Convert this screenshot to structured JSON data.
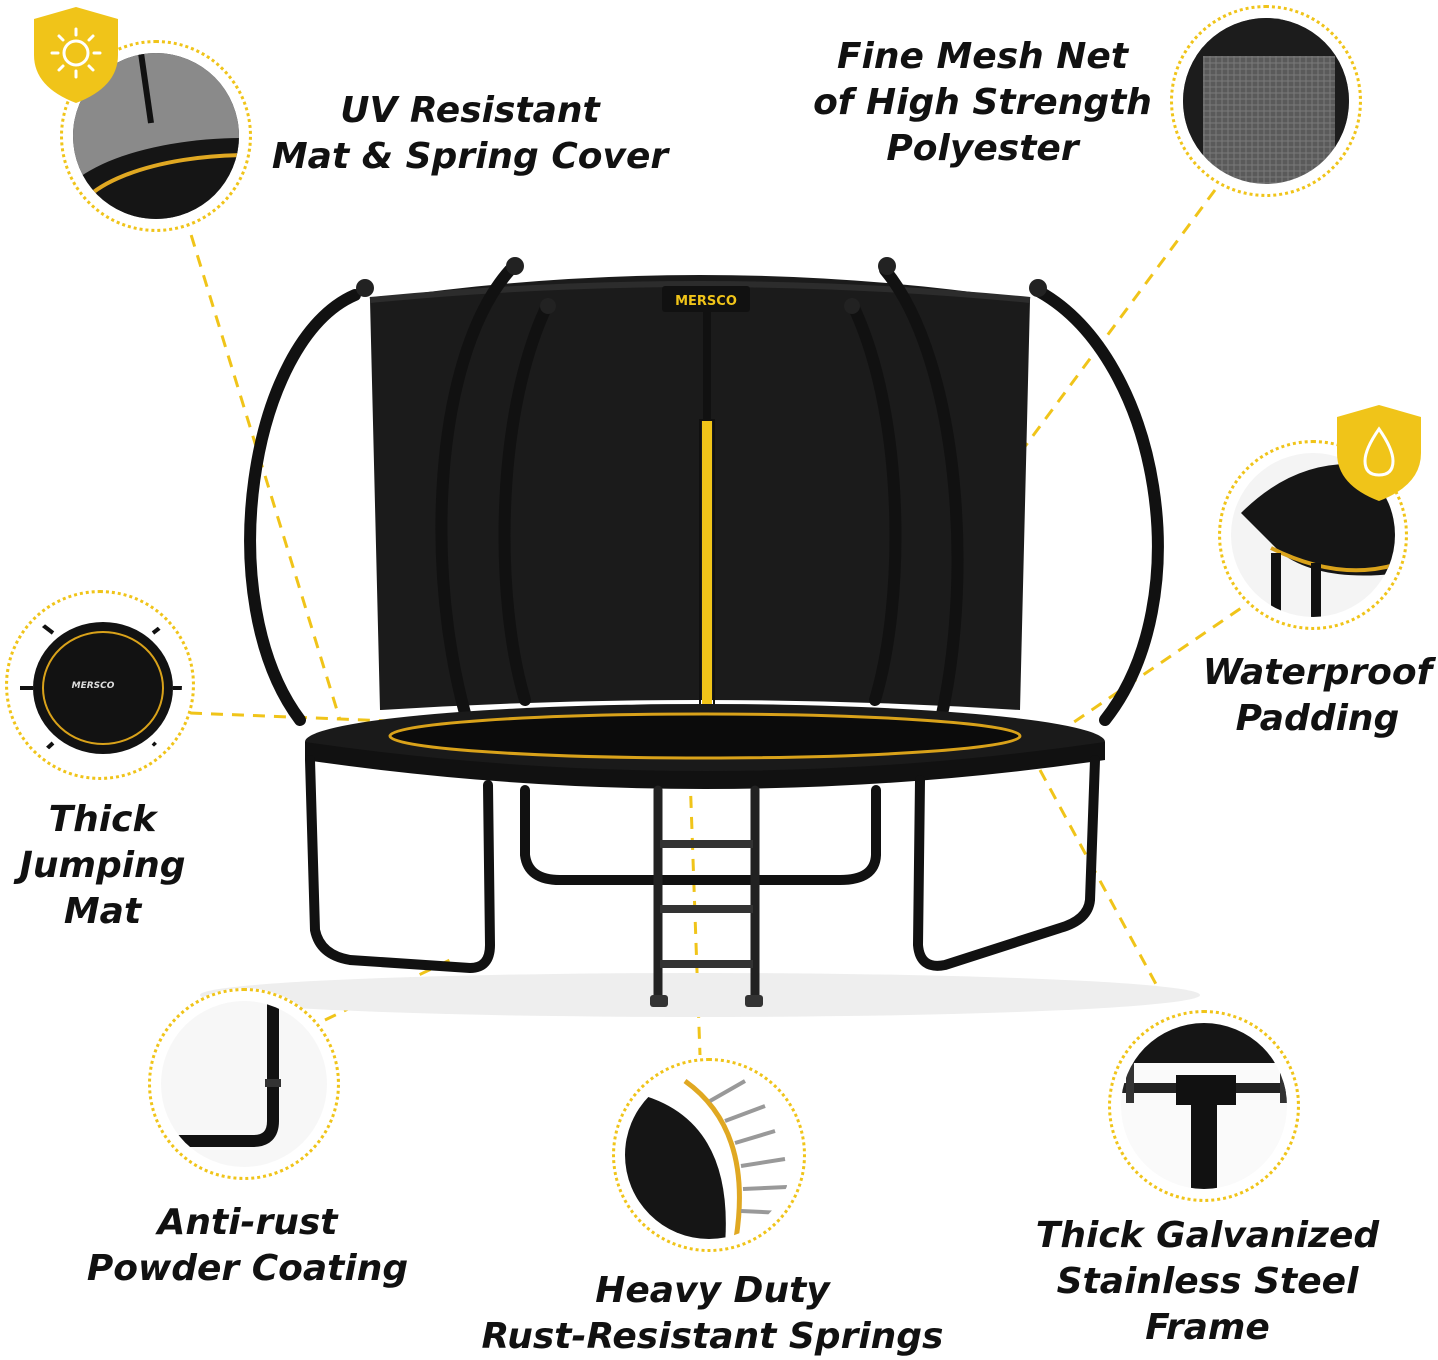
{
  "brand": "MERSCO",
  "colors": {
    "accent": "#f0c419",
    "frame": "#151515",
    "net": "#1b1b1b"
  },
  "features": {
    "uv_cover": {
      "lines": [
        "UV Resistant",
        "Mat & Spring Cover"
      ],
      "badge_icon": "sun-icon"
    },
    "mesh_net": {
      "lines": [
        "Fine Mesh Net",
        "of High Strength",
        "Polyester"
      ]
    },
    "waterproof": {
      "lines": [
        "Waterproof",
        "Padding"
      ],
      "badge_icon": "water-drop-icon"
    },
    "jumping_mat": {
      "lines": [
        "Thick",
        "Jumping",
        "Mat"
      ]
    },
    "anti_rust": {
      "lines": [
        "Anti-rust",
        "Powder Coating"
      ]
    },
    "springs": {
      "lines": [
        "Heavy Duty",
        "Rust-Resistant Springs"
      ]
    },
    "frame": {
      "lines": [
        "Thick Galvanized",
        "Stainless Steel",
        "Frame"
      ]
    }
  }
}
